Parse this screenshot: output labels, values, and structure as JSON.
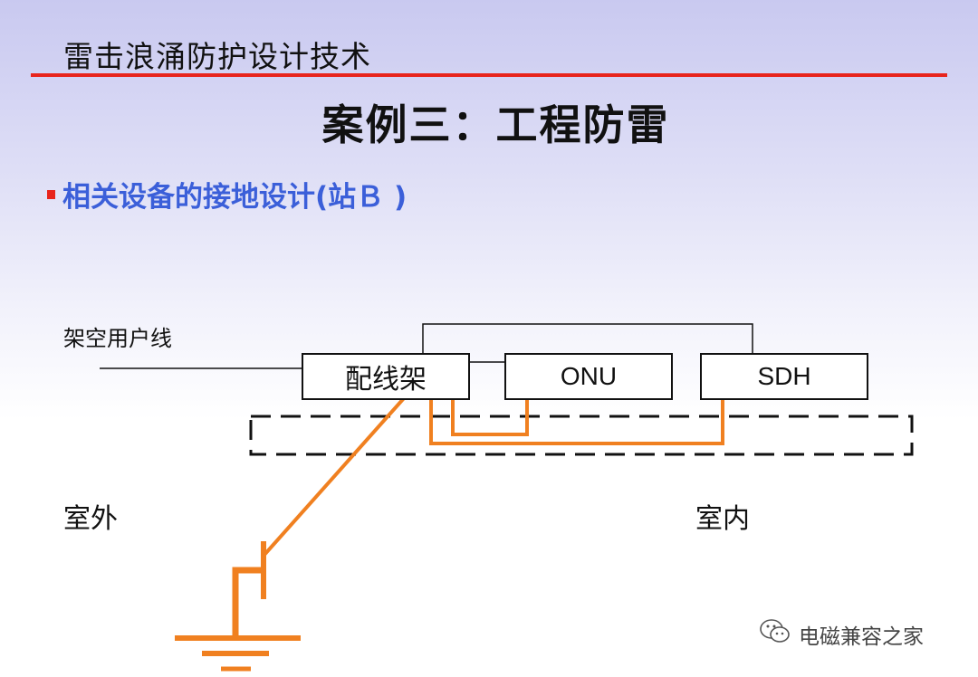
{
  "header": {
    "title": "雷击浪涌防护设计技术"
  },
  "slide": {
    "title": "案例三：工程防雷",
    "bullet": "相关设备的接地设计(站Ｂ )"
  },
  "diagram": {
    "overhead_line_label": "架空用户线",
    "outdoor_label": "室外",
    "indoor_label": "室内",
    "boxes": {
      "distribution_frame": "配线架",
      "onu": "ONU",
      "sdh": "SDH"
    },
    "ground_wire_color": "#f08020"
  },
  "watermark": {
    "text": "电磁兼容之家",
    "icon": "wechat-icon"
  },
  "colors": {
    "header_rule": "#e8241c",
    "bullet": "#3b5fd9",
    "accent": "#f08020"
  }
}
